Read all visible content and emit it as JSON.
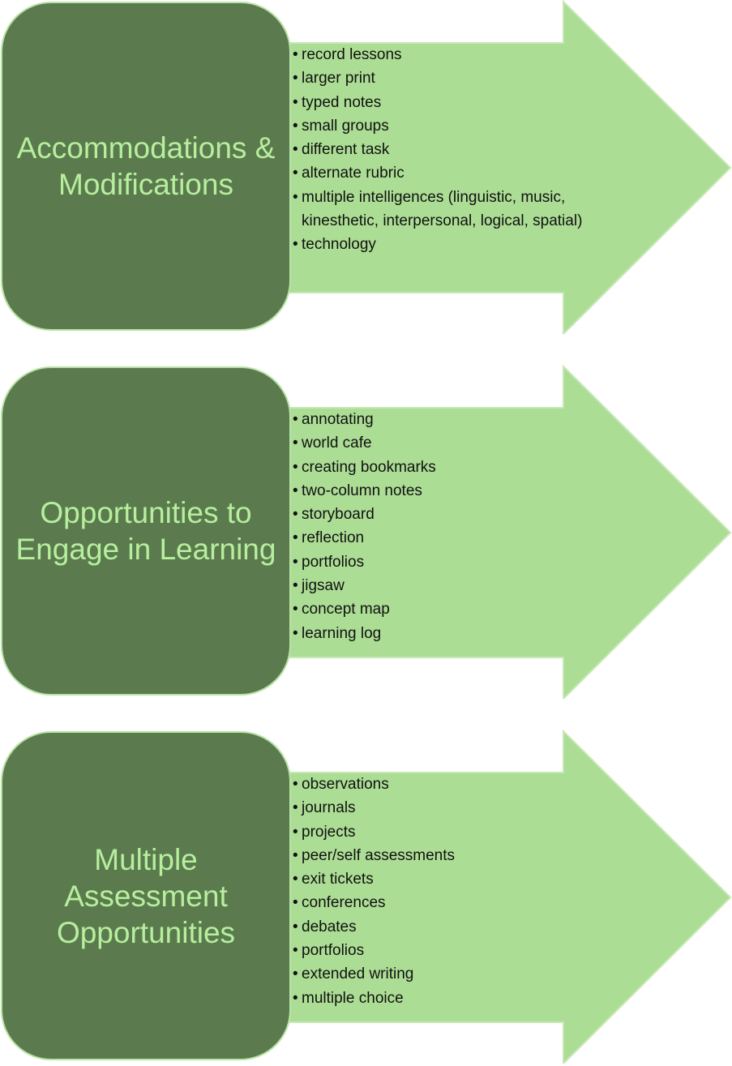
{
  "colors": {
    "box_fill": "#5b7b4f",
    "box_text": "#b7ef9e",
    "arrow_fill": "#acdd95",
    "arrow_border": "#c6e8b4",
    "bullet_text": "#111111"
  },
  "sections": [
    {
      "title": "Accommodations & Modifications",
      "items": [
        "record lessons",
        "larger print",
        "typed notes",
        "small groups",
        "different task",
        "alternate rubric",
        "multiple intelligences (linguistic, music, kinesthetic, interpersonal, logical, spatial)",
        "technology"
      ]
    },
    {
      "title": "Opportunities to Engage in Learning",
      "items": [
        "annotating",
        "world cafe",
        "creating bookmarks",
        "two-column notes",
        "storyboard",
        "reflection",
        "portfolios",
        "jigsaw",
        "concept map",
        "learning log"
      ]
    },
    {
      "title": "Multiple Assessment Opportunities",
      "items": [
        "observations",
        "journals",
        "projects",
        "peer/self assessments",
        "exit tickets",
        "conferences",
        "debates",
        "portfolios",
        "extended writing",
        "multiple choice"
      ]
    }
  ]
}
